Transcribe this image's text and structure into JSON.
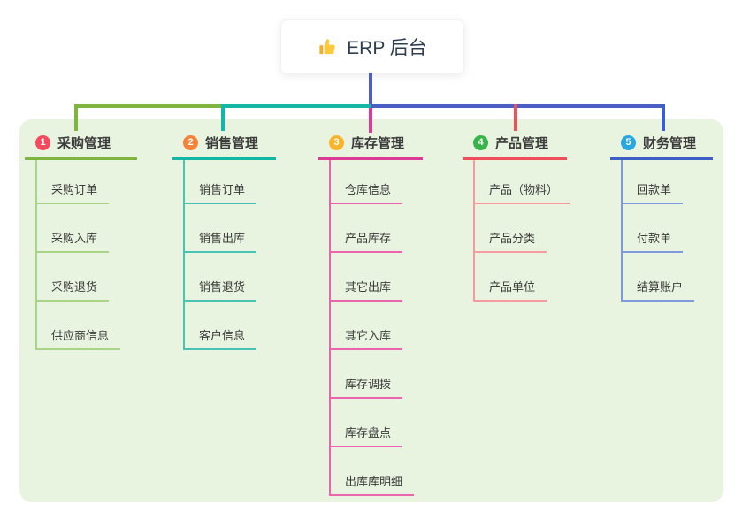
{
  "root": {
    "label": "ERP 后台",
    "icon": "thumbs-up",
    "icon_color": "#ffc83d"
  },
  "panel": {
    "background": "#e8f4e0"
  },
  "connector": {
    "root_color": "#4a5ec5",
    "segment_colors": [
      "#7db53e",
      "#12b7a6",
      "#4a5ec5"
    ]
  },
  "branches": [
    {
      "badge": "1",
      "title": "采购管理",
      "badge_color": "#f8485e",
      "line_color": "#7db53e",
      "item_line_color": "#a9d387",
      "items": [
        "采购订单",
        "采购入库",
        "采购退货",
        "供应商信息"
      ]
    },
    {
      "badge": "2",
      "title": "销售管理",
      "badge_color": "#f58238",
      "line_color": "#12b7a6",
      "item_line_color": "#49c3b4",
      "items": [
        "销售订单",
        "销售出库",
        "销售退货",
        "客户信息"
      ]
    },
    {
      "badge": "3",
      "title": "库存管理",
      "badge_color": "#f9b42c",
      "line_color": "#dc3a96",
      "item_line_color": "#ea64ae",
      "items": [
        "仓库信息",
        "产品库存",
        "其它出库",
        "其它入库",
        "库存调拨",
        "库存盘点",
        "出库库明细"
      ]
    },
    {
      "badge": "4",
      "title": "产品管理",
      "badge_color": "#38b44a",
      "line_color": "#f04e5a",
      "item_line_color": "#f79ba1",
      "items": [
        "产品（物料）",
        "产品分类",
        "产品单位"
      ]
    },
    {
      "badge": "5",
      "title": "财务管理",
      "badge_color": "#29a7e1",
      "line_color": "#3c5ec6",
      "item_line_color": "#7e99de",
      "items": [
        "回款单",
        "付款单",
        "结算账户"
      ]
    }
  ]
}
